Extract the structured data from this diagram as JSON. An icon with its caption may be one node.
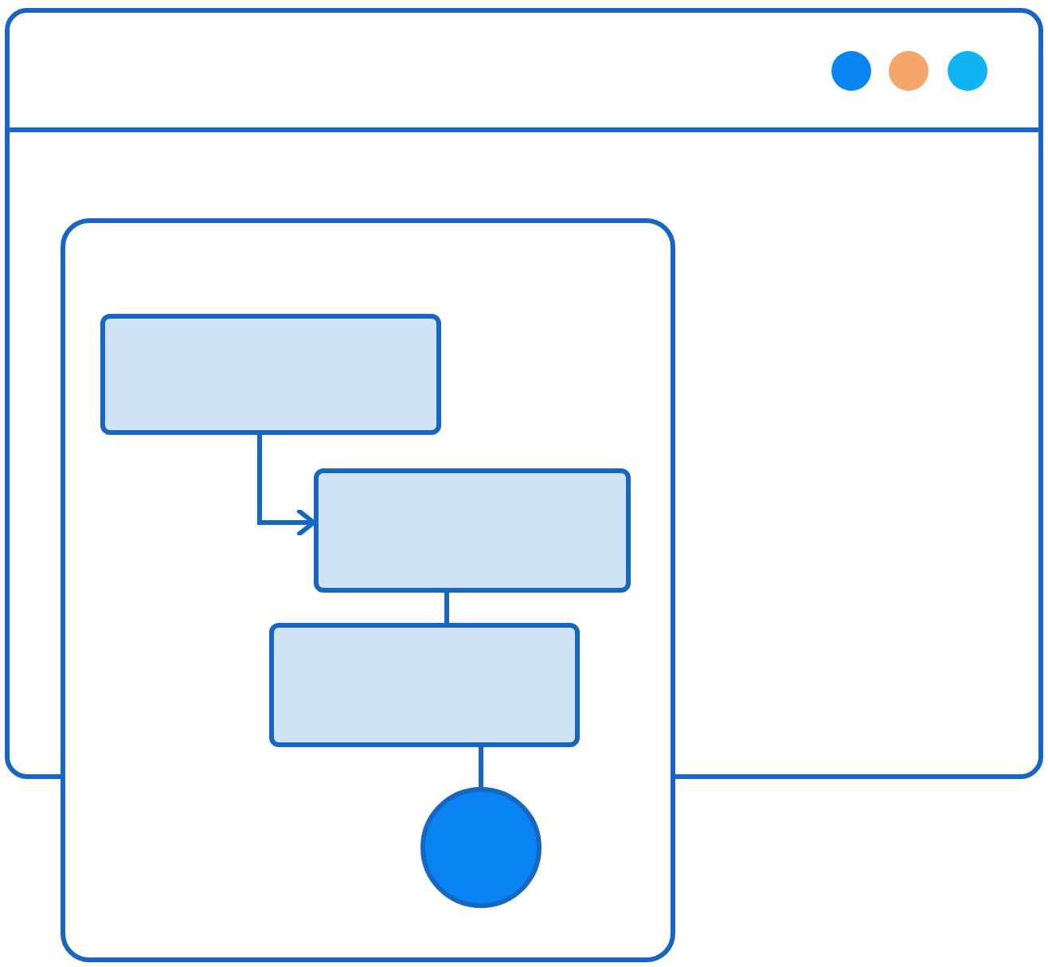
{
  "diagram": {
    "nodes": [
      {
        "text": [],
        "shape": "box"
      },
      {
        "text": [],
        "shape": "box"
      },
      {
        "text": [],
        "shape": "box"
      },
      {
        "text": [],
        "shape": "circle"
      }
    ],
    "edges": [
      {
        "from": 0,
        "to": 1,
        "arrow": "to"
      },
      {
        "from": 1,
        "to": 2,
        "arrow": "none"
      },
      {
        "from": 2,
        "to": 3,
        "arrow": "none"
      }
    ]
  }
}
